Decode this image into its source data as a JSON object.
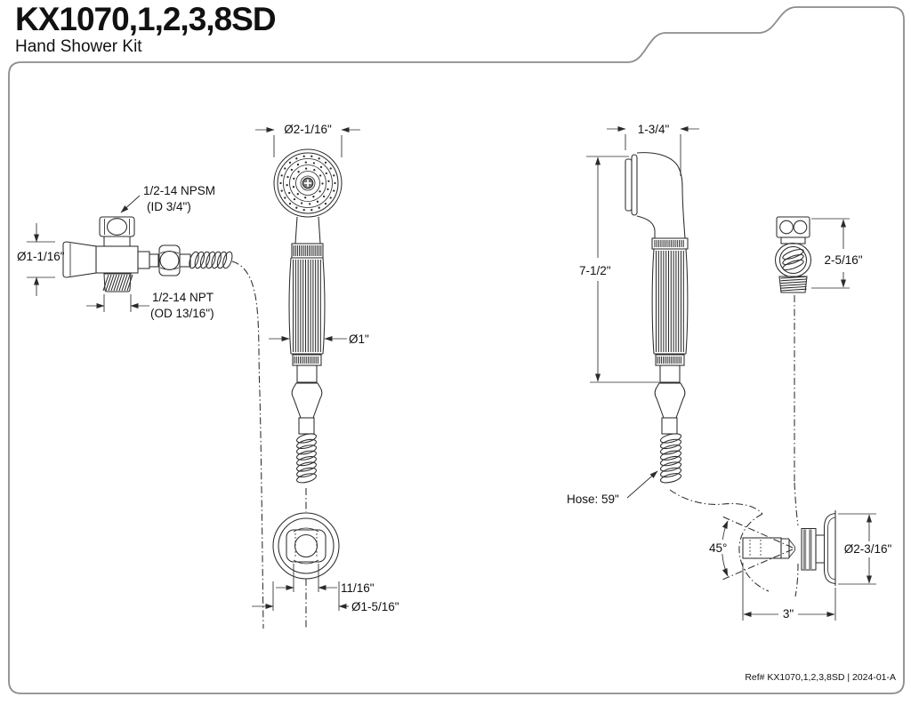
{
  "header": {
    "model": "KX1070,1,2,3,8SD",
    "product": "Hand Shower Kit"
  },
  "footer": {
    "reference": "Ref# KX1070,1,2,3,8SD | 2024-01-A"
  },
  "labels": {
    "valve_top_thread": "1/2-14 NPSM",
    "valve_top_thread_id": "(ID 3/4\")",
    "valve_handle_dia": "Ø1-1/16\"",
    "valve_bottom_thread": "1/2-14 NPT",
    "valve_bottom_thread_od": "(OD 13/16\")",
    "head_dia": "Ø2-1/16\"",
    "handle_dia": "Ø1\"",
    "bracket_hook_width": "11/16\"",
    "bracket_dia": "Ø1-5/16\"",
    "head_depth": "1-3/4\"",
    "overall_height": "7-1/2\"",
    "hook_height": "2-5/16\"",
    "hose_length": "Hose: 59\"",
    "swivel_angle": "45°",
    "flange_dia": "Ø2-3/16\"",
    "wall_projection": "3\""
  },
  "colors": {
    "line": "#2b2b2b",
    "border": "#8c8c8c",
    "text": "#111111"
  }
}
